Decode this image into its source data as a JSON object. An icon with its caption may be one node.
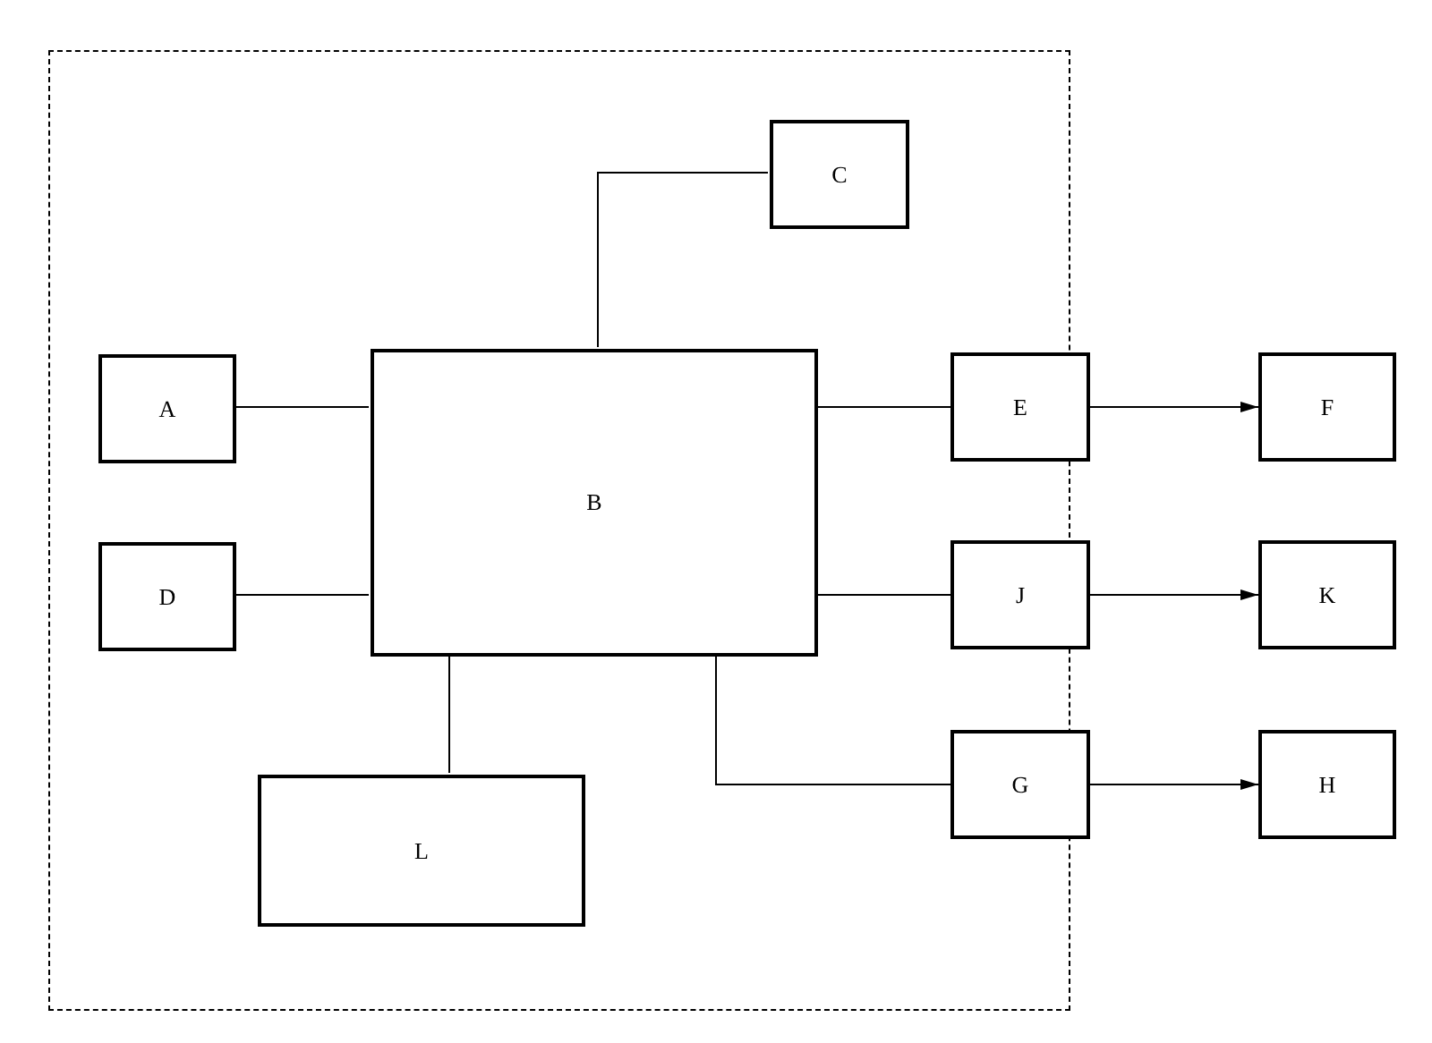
{
  "diagram": {
    "nodes": [
      {
        "text": [],
        "shape": "box"
      },
      {
        "text": [
          "C"
        ],
        "in": 0
      },
      {
        "text": [
          "A"
        ],
        "in": 0
      },
      {
        "text": [
          "B"
        ],
        "in": 0
      },
      {
        "text": [
          "D"
        ],
        "in": 0
      },
      {
        "text": [
          "L"
        ],
        "in": 0
      },
      {
        "text": [
          "E"
        ]
      },
      {
        "text": [
          "F"
        ]
      },
      {
        "text": [
          "J"
        ]
      },
      {
        "text": [
          "K"
        ]
      },
      {
        "text": [
          "G"
        ]
      },
      {
        "text": [
          "H"
        ]
      }
    ],
    "edges": [
      {
        "from": 3,
        "to": 1,
        "arrow": "none"
      },
      {
        "from": 2,
        "to": 3,
        "arrow": "none"
      },
      {
        "from": 4,
        "to": 3,
        "arrow": "none"
      },
      {
        "from": 3,
        "to": 6,
        "arrow": "none"
      },
      {
        "from": 3,
        "to": 8,
        "arrow": "none"
      },
      {
        "from": 3,
        "to": 5,
        "arrow": "none"
      },
      {
        "from": 3,
        "to": 10,
        "arrow": "none"
      },
      {
        "from": 6,
        "to": 7,
        "arrow": "to"
      },
      {
        "from": 8,
        "to": 9,
        "arrow": "to"
      },
      {
        "from": 10,
        "to": 11,
        "arrow": "to"
      }
    ]
  }
}
